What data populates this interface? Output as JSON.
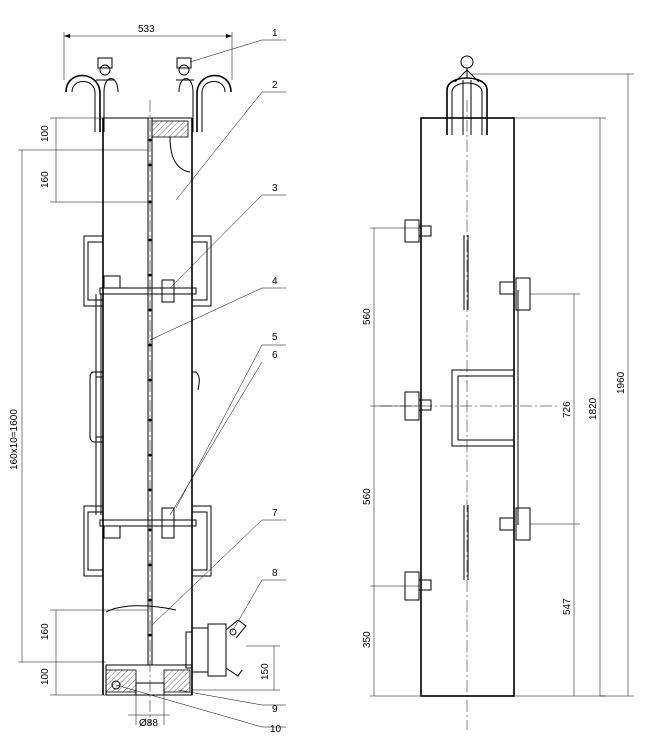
{
  "dimensions": {
    "width_top": "533",
    "top_100": "100",
    "top_160": "160",
    "spacing": "160x10=1600",
    "bottom_160": "160",
    "bottom_100": "100",
    "outlet_150": "150",
    "dia_88": "Ø88",
    "right_560_top": "560",
    "right_560_bottom": "560",
    "right_350": "350",
    "right_726": "726",
    "right_547": "547",
    "right_1820": "1820",
    "right_1960": "1960"
  },
  "balloons": [
    "1",
    "2",
    "3",
    "4",
    "5",
    "6",
    "7",
    "8",
    "9",
    "10"
  ]
}
